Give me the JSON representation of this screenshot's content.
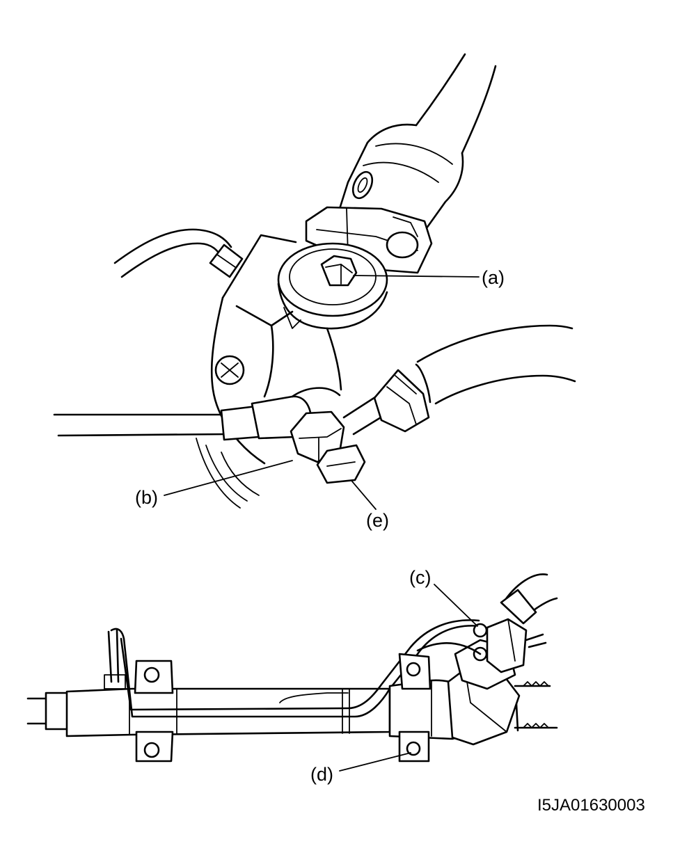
{
  "callouts": {
    "a": "(a)",
    "b": "(b)",
    "c": "(c)",
    "d": "(d)",
    "e": "(e)"
  },
  "figure_code": "I5JA01630003",
  "colors": {
    "ink": "#000000",
    "paper": "#ffffff"
  }
}
